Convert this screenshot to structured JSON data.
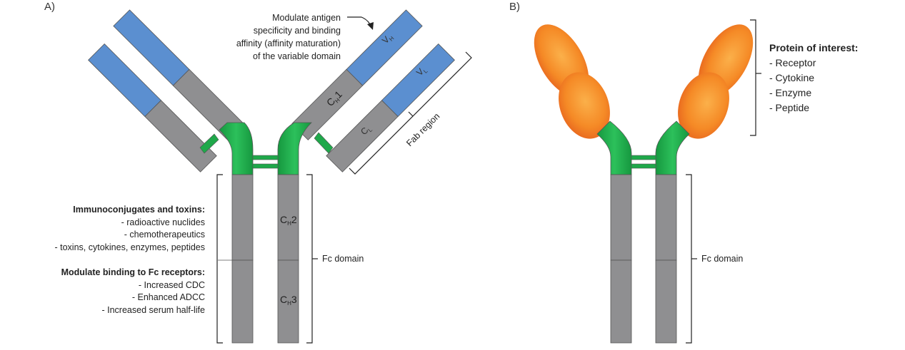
{
  "panels": {
    "a_label": "A)",
    "b_label": "B)"
  },
  "colors": {
    "variable": "#5b8fd0",
    "constant": "#8f8f91",
    "hinge": "#1fa84a",
    "protein": "#f07f22",
    "text": "#222222"
  },
  "panel_a": {
    "domains": {
      "vh": "V",
      "vh_sub": "H",
      "vl": "V",
      "vl_sub": "L",
      "ch1": "C",
      "ch1_sub": "H",
      "ch1_suffix": "1",
      "cl": "C",
      "cl_sub": "L",
      "ch2": "C",
      "ch2_sub": "H",
      "ch2_suffix": "2",
      "ch3": "C",
      "ch3_sub": "H",
      "ch3_suffix": "3"
    },
    "variable_note": [
      "Modulate antigen",
      "specificity and binding",
      "affinity (affinity maturation)",
      "of the variable domain"
    ],
    "fab_label": "Fab region",
    "fc_label": "Fc domain",
    "immunoconjugates": {
      "heading": "Immunoconjugates and toxins:",
      "items": [
        "- radioactive nuclides",
        "- chemotherapeutics",
        "- toxins, cytokines, enzymes, peptides"
      ]
    },
    "fc_receptors": {
      "heading": "Modulate binding to Fc receptors:",
      "items": [
        "- Increased CDC",
        "- Enhanced ADCC",
        "- Increased serum half-life"
      ]
    }
  },
  "panel_b": {
    "protein_heading": "Protein of interest:",
    "protein_items": [
      "- Receptor",
      "- Cytokine",
      "- Enzyme",
      "- Peptide"
    ],
    "fc_label": "Fc domain"
  }
}
